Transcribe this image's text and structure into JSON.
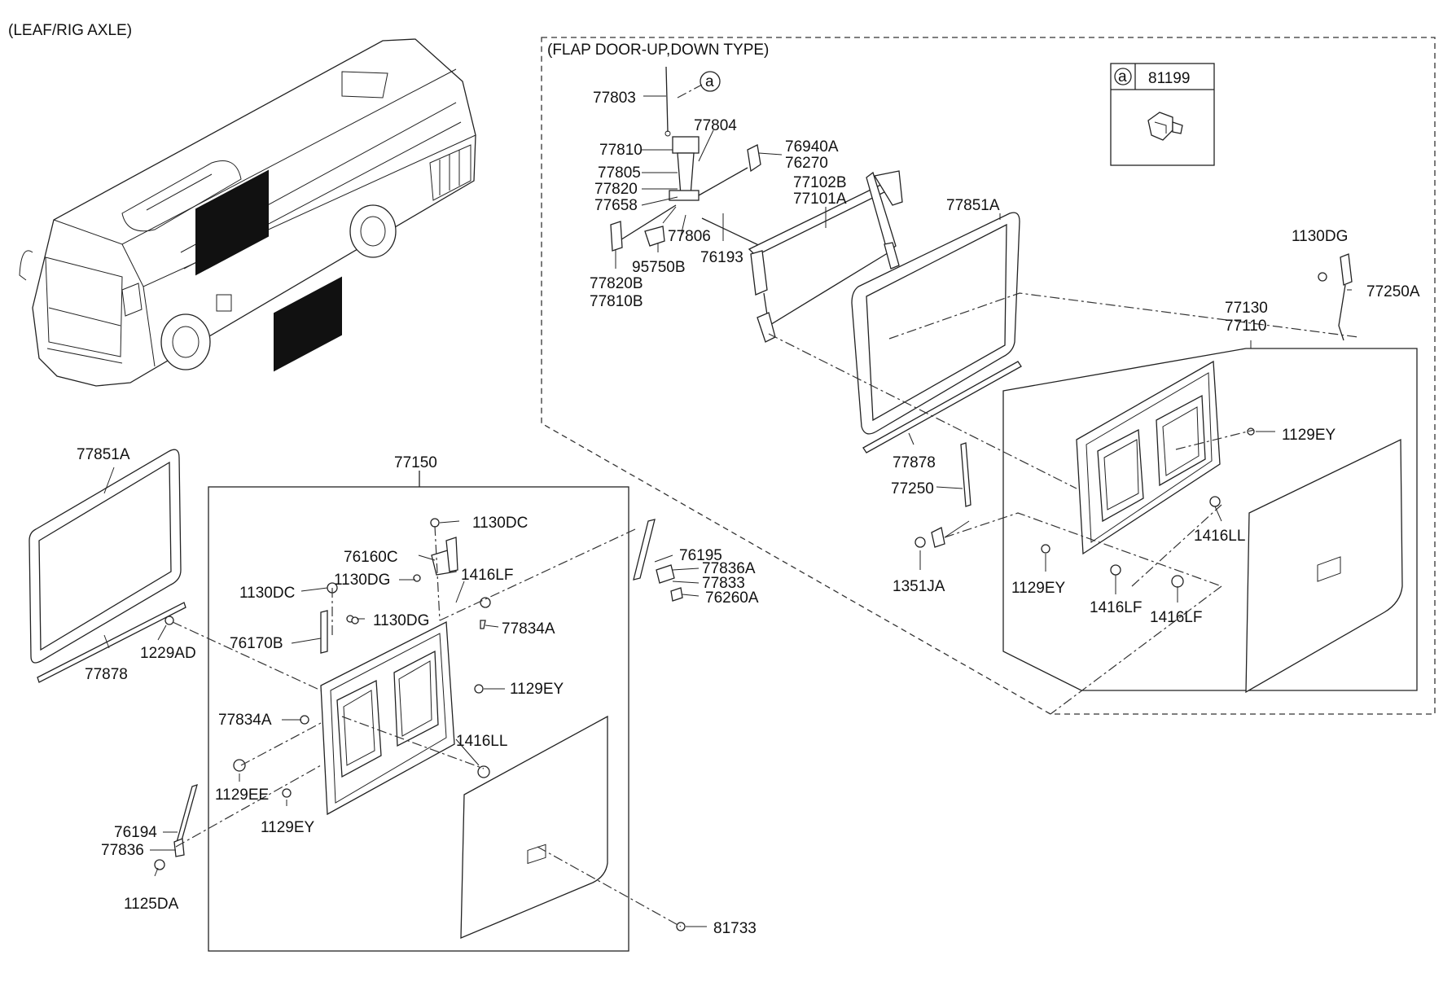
{
  "headers": {
    "leaf": "(LEAF/RIG AXLE)",
    "flap": "(FLAP DOOR-UP,DOWN TYPE)"
  },
  "legend": {
    "circle": "a",
    "code": "81199"
  },
  "callout_a": "a",
  "labels": [
    "77803",
    "77804",
    "77810",
    "77805",
    "77820",
    "77658",
    "76940A",
    "76270",
    "77102B",
    "77101A",
    "77806",
    "95750B",
    "76193",
    "77820B",
    "77810B",
    "77851A",
    "1130DG",
    "77250A",
    "77130",
    "77110",
    "1129EY",
    "77878",
    "77250",
    "1351JA",
    "1129EY",
    "1416LL",
    "1416LF",
    "1416LF",
    "77851A",
    "77878",
    "77150",
    "1130DC",
    "76160C",
    "1130DC",
    "1130DG",
    "1416LF",
    "1130DG",
    "76170B",
    "1229AD",
    "77834A",
    "76195",
    "77836A",
    "77833",
    "76260A",
    "1129EY",
    "77834A",
    "1416LL",
    "1129EE",
    "1129EY",
    "76194",
    "77836",
    "1125DA",
    "81733"
  ]
}
